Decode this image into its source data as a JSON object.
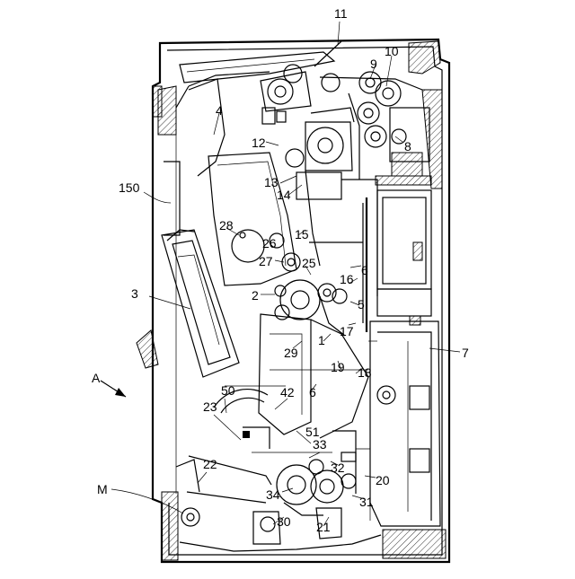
{
  "figure": {
    "ref_labels": [
      {
        "id": "r11",
        "text": "11"
      },
      {
        "id": "r10",
        "text": "10"
      },
      {
        "id": "r9",
        "text": "9"
      },
      {
        "id": "r4",
        "text": "4"
      },
      {
        "id": "r12",
        "text": "12"
      },
      {
        "id": "r8",
        "text": "8"
      },
      {
        "id": "r150",
        "text": "150"
      },
      {
        "id": "r13",
        "text": "13"
      },
      {
        "id": "r14",
        "text": "14"
      },
      {
        "id": "r28",
        "text": "28"
      },
      {
        "id": "r15",
        "text": "15"
      },
      {
        "id": "r26",
        "text": "26"
      },
      {
        "id": "r27",
        "text": "27"
      },
      {
        "id": "r25",
        "text": "25"
      },
      {
        "id": "r16",
        "text": "16"
      },
      {
        "id": "r6",
        "text": "6"
      },
      {
        "id": "r3",
        "text": "3"
      },
      {
        "id": "r2",
        "text": "2"
      },
      {
        "id": "r5",
        "text": "5"
      },
      {
        "id": "r17",
        "text": "17"
      },
      {
        "id": "r1",
        "text": "1"
      },
      {
        "id": "r29",
        "text": "29"
      },
      {
        "id": "r7",
        "text": "7"
      },
      {
        "id": "r19",
        "text": "19"
      },
      {
        "id": "r18",
        "text": "18"
      },
      {
        "id": "rA",
        "text": "A"
      },
      {
        "id": "r50",
        "text": "50"
      },
      {
        "id": "r42",
        "text": "42"
      },
      {
        "id": "r6b",
        "text": "6"
      },
      {
        "id": "r23",
        "text": "23"
      },
      {
        "id": "r51",
        "text": "51"
      },
      {
        "id": "r33",
        "text": "33"
      },
      {
        "id": "r22",
        "text": "22"
      },
      {
        "id": "r32",
        "text": "32"
      },
      {
        "id": "r20",
        "text": "20"
      },
      {
        "id": "rM",
        "text": "M"
      },
      {
        "id": "r34",
        "text": "34"
      },
      {
        "id": "r31",
        "text": "31"
      },
      {
        "id": "r30",
        "text": "30"
      },
      {
        "id": "r21",
        "text": "21"
      }
    ]
  }
}
